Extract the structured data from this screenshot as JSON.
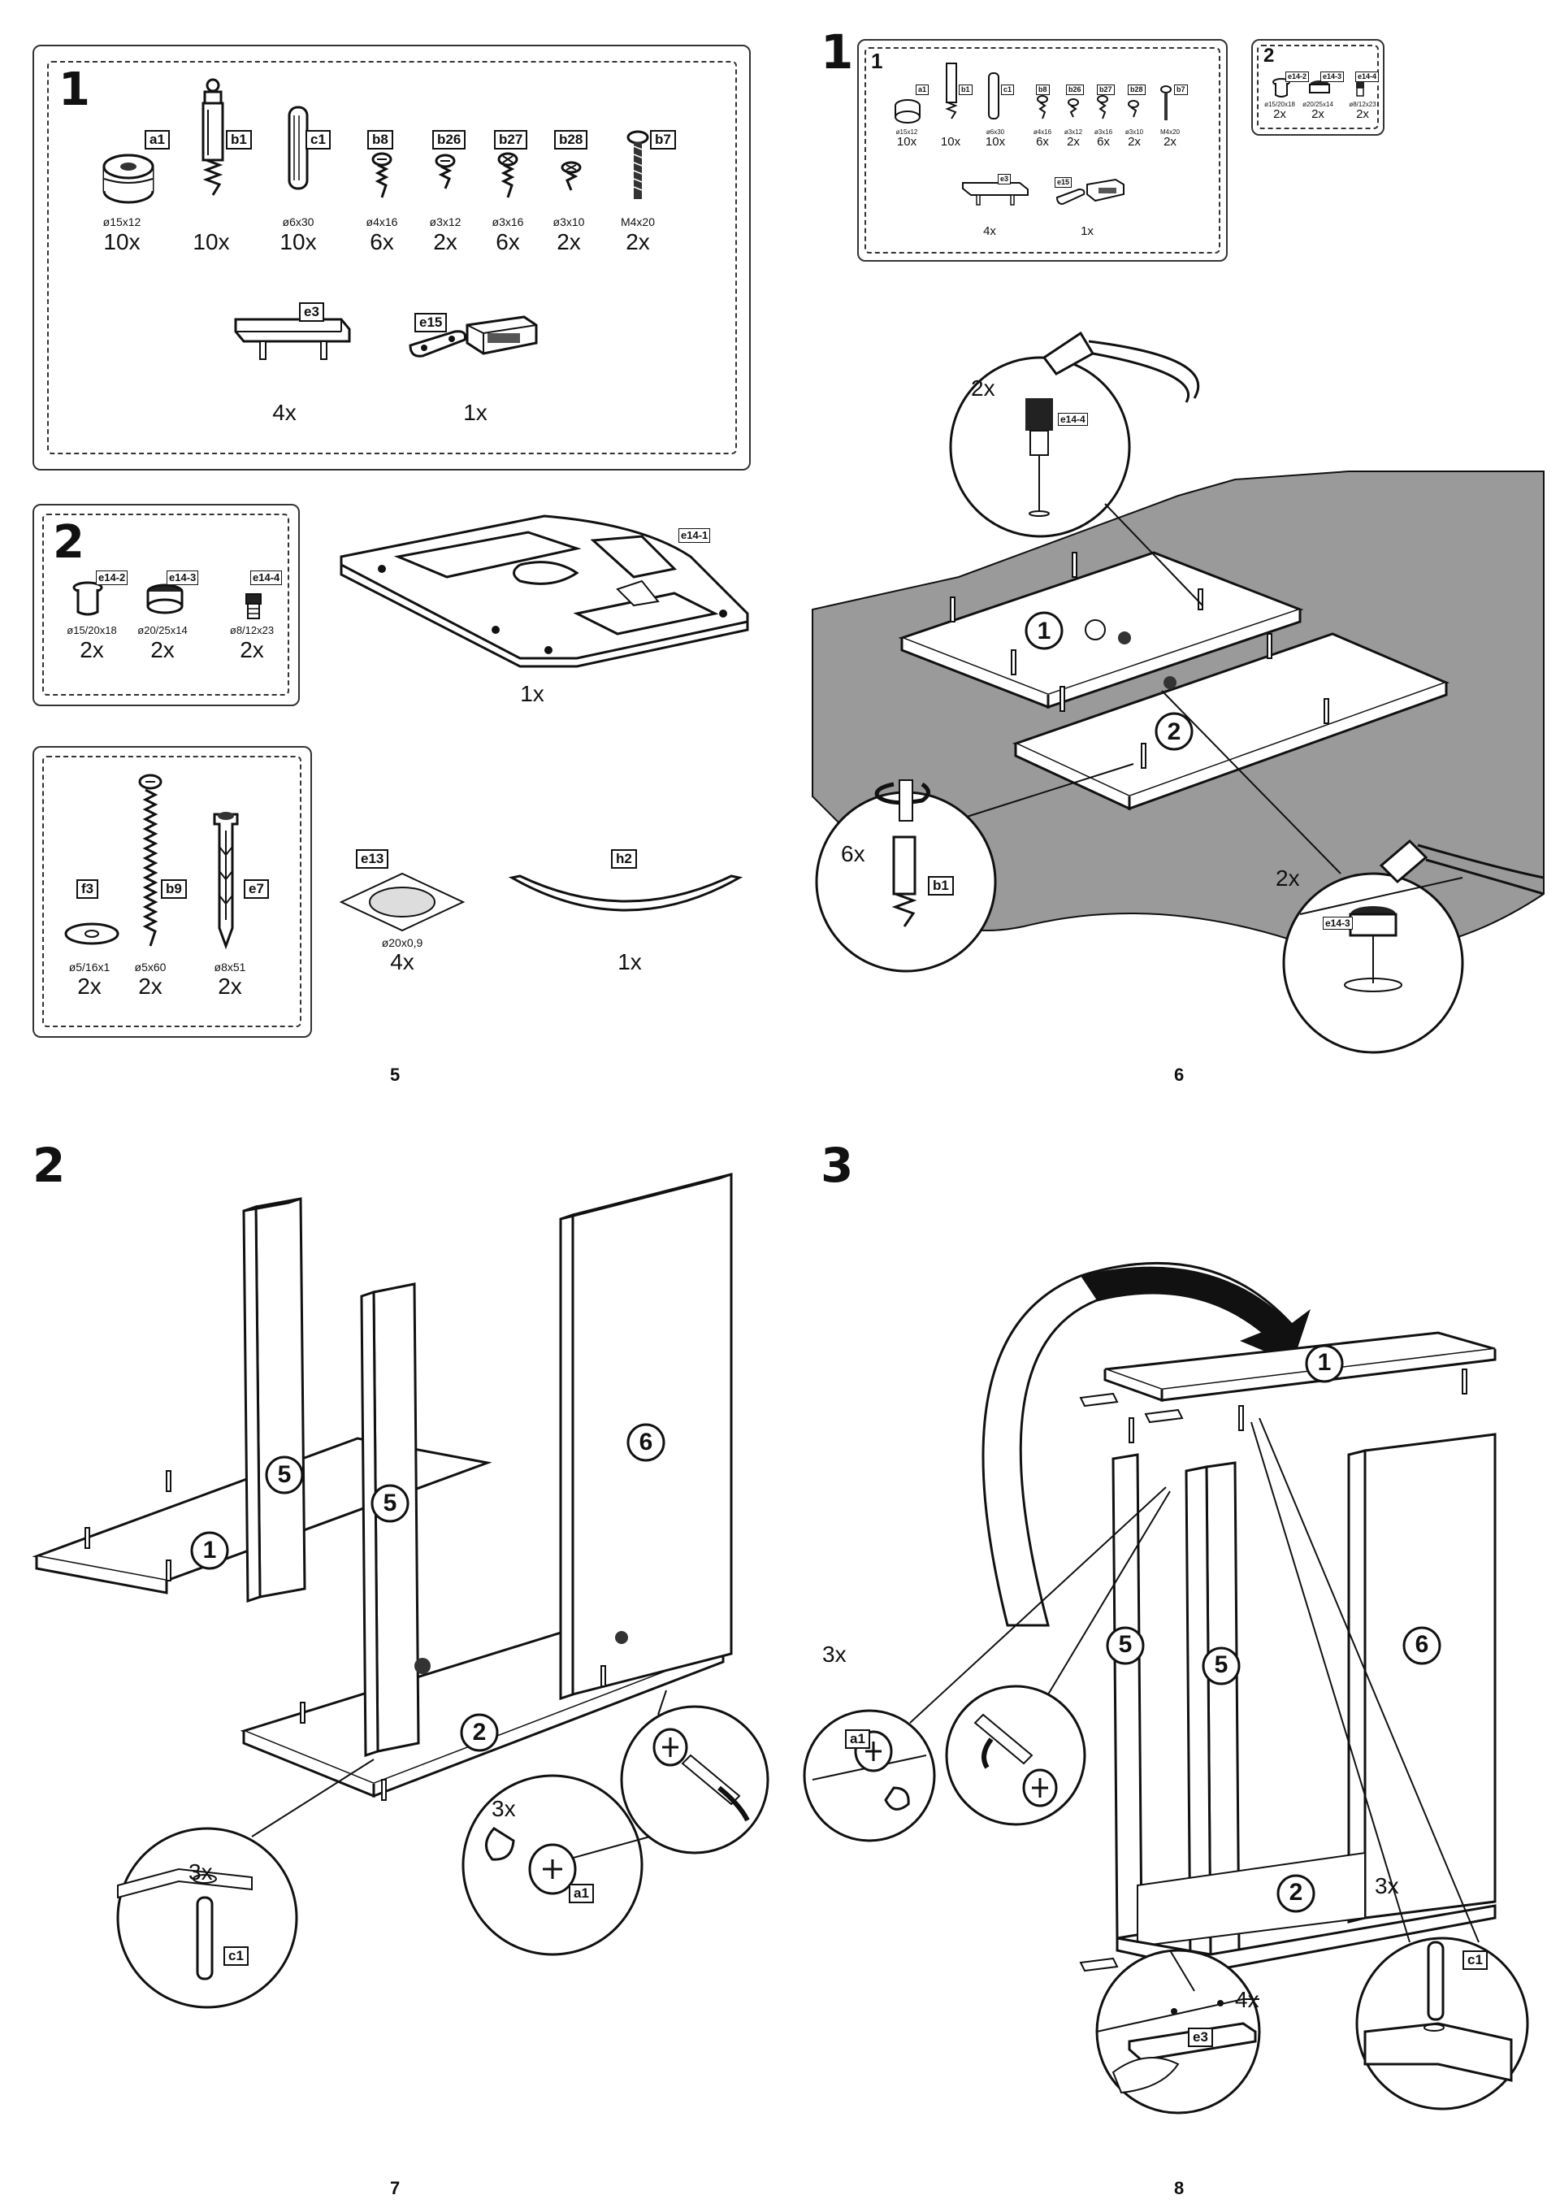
{
  "page5": {
    "page_number": "5",
    "bag1": {
      "number": "1",
      "items": [
        {
          "code": "a1",
          "dim": "ø15x12",
          "qty": "10x",
          "icon": "cam-lock-icon"
        },
        {
          "code": "b1",
          "dim": "",
          "qty": "10x",
          "icon": "cam-bolt-icon"
        },
        {
          "code": "c1",
          "dim": "ø6x30",
          "qty": "10x",
          "icon": "wooden-dowel-icon"
        },
        {
          "code": "b8",
          "dim": "ø4x16",
          "qty": "6x",
          "icon": "screw-icon"
        },
        {
          "code": "b26",
          "dim": "ø3x12",
          "qty": "2x",
          "icon": "screw-icon"
        },
        {
          "code": "b27",
          "dim": "ø3x16",
          "qty": "6x",
          "icon": "screw-icon"
        },
        {
          "code": "b28",
          "dim": "ø3x10",
          "qty": "2x",
          "icon": "screw-icon"
        },
        {
          "code": "b7",
          "dim": "M4x20",
          "qty": "2x",
          "icon": "bolt-icon"
        }
      ],
      "handle": {
        "code": "e3",
        "qty": "4x"
      },
      "magnet": {
        "code": "e15",
        "qty": "1x"
      }
    },
    "bag2": {
      "number": "2",
      "items": [
        {
          "code": "e14-2",
          "dim": "ø15/20x18",
          "qty": "2x"
        },
        {
          "code": "e14-3",
          "dim": "ø20/25x14",
          "qty": "2x"
        },
        {
          "code": "e14-4",
          "dim": "ø8/12x23",
          "qty": "2x"
        }
      ]
    },
    "swivel": {
      "code": "e14-1",
      "qty": "1x"
    },
    "bag3": {
      "items": [
        {
          "code": "f3",
          "dim": "ø5/16x1",
          "qty": "2x"
        },
        {
          "code": "b9",
          "dim": "ø5x60",
          "qty": "2x"
        },
        {
          "code": "e7",
          "dim": "ø8x51",
          "qty": "2x"
        }
      ]
    },
    "felt": {
      "code": "e13",
      "dim": "ø20x0,9",
      "qty": "4x"
    },
    "strap": {
      "code": "h2",
      "qty": "1x"
    }
  },
  "page6": {
    "page_number": "6",
    "step": "1",
    "mini_bag1": {
      "number": "1",
      "items": [
        {
          "code": "a1",
          "dim": "ø15x12",
          "qty": "10x"
        },
        {
          "code": "b1",
          "dim": "",
          "qty": "10x"
        },
        {
          "code": "c1",
          "dim": "ø6x30",
          "qty": "10x"
        },
        {
          "code": "b8",
          "dim": "ø4x16",
          "qty": "6x"
        },
        {
          "code": "b26",
          "dim": "ø3x12",
          "qty": "2x"
        },
        {
          "code": "b27",
          "dim": "ø3x16",
          "qty": "6x"
        },
        {
          "code": "b28",
          "dim": "ø3x10",
          "qty": "2x"
        },
        {
          "code": "b7",
          "dim": "M4x20",
          "qty": "2x"
        }
      ],
      "handle": {
        "code": "e3",
        "qty": "4x"
      },
      "magnet": {
        "code": "e15",
        "qty": "1x"
      }
    },
    "mini_bag2": {
      "number": "2",
      "items": [
        {
          "code": "e14-2",
          "dim": "ø15/20x18",
          "qty": "2x"
        },
        {
          "code": "e14-3",
          "dim": "ø20/25x14",
          "qty": "2x"
        },
        {
          "code": "e14-4",
          "dim": "ø8/12x23",
          "qty": "2x"
        }
      ]
    },
    "callouts": {
      "top": {
        "qty": "2x",
        "code": "e14-4"
      },
      "left": {
        "qty": "6x",
        "code": "b1"
      },
      "right": {
        "qty": "2x",
        "code": "e14-3"
      }
    },
    "panels": [
      "1",
      "2"
    ]
  },
  "page7": {
    "page_number": "7",
    "step": "2",
    "panels": [
      "1",
      "5",
      "5",
      "6",
      "2"
    ],
    "callouts": {
      "dowel": {
        "qty": "3x",
        "code": "c1"
      },
      "cam": {
        "qty": "3x",
        "code": "a1"
      }
    }
  },
  "page8": {
    "page_number": "8",
    "step": "3",
    "panels": [
      "1",
      "5",
      "5",
      "6",
      "2"
    ],
    "callouts": {
      "cam": {
        "qty": "3x",
        "code": "a1"
      },
      "handle": {
        "qty": "4x",
        "code": "e3"
      },
      "dowel": {
        "qty": "3x",
        "code": "c1"
      }
    }
  }
}
